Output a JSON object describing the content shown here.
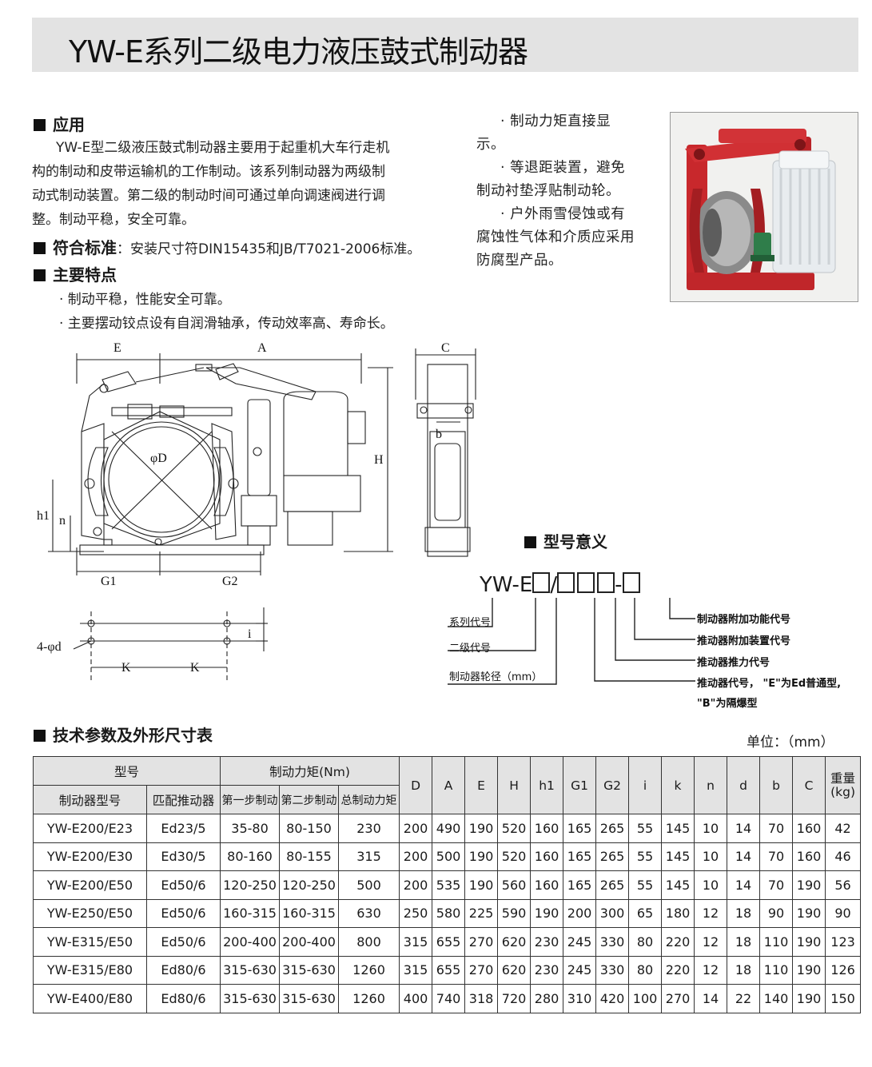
{
  "title": "YW-E系列二级电力液压鼓式制动器",
  "sections": {
    "application": {
      "heading": "应用",
      "lines": [
        "YW-E型二级液压鼓式制动器主要用于起重机大车行走机",
        "构的制动和皮带运输机的工作制动。该系列制动器为两级制",
        "动式制动装置。第二级的制动时间可通过单向调速阀进行调",
        "整。制动平稳，安全可靠。"
      ]
    },
    "standard": {
      "heading": "符合标准",
      "text": "：安装尺寸符DIN15435和JB/T7021-2006标准。"
    },
    "features": {
      "heading": "主要特点",
      "items": [
        "· 制动平稳，性能安全可靠。",
        "· 主要摆动铰点设有自润滑轴承，传动效率高、寿命长。"
      ]
    }
  },
  "right_column": {
    "lines": [
      "·  制动力矩直接显",
      "示。",
      "·  等退距装置，避免",
      "制动衬垫浮贴制动轮。",
      "·  户外雨雪侵蚀或有",
      "腐蚀性气体和介质应采用",
      "防腐型产品。"
    ]
  },
  "drawing": {
    "labels": {
      "E": "E",
      "A": "A",
      "C": "C",
      "H": "H",
      "b": "b",
      "D": "φD",
      "h1": "h1",
      "n": "n",
      "G1": "G1",
      "G2": "G2",
      "K1": "K",
      "K2": "K",
      "i": "i",
      "d": "4-φd"
    }
  },
  "model_meaning": {
    "heading": "型号意义",
    "code_prefix": "YW-E",
    "code_slash": "/",
    "code_dash": "-",
    "left_labels": [
      "系列代号",
      "二级代号",
      "制动器轮径（mm）"
    ],
    "right_labels": [
      "制动器附加功能代号",
      "推动器附加装置代号",
      "推动器推力代号",
      "推动器代号，  \"E\"为Ed普通型,",
      "\"B\"为隔爆型"
    ]
  },
  "table_section": {
    "heading": "技术参数及外形尺寸表",
    "unit": "单位：（mm）"
  },
  "spec_table": {
    "header_group": {
      "model": "型号",
      "torque": "制动力矩(Nm)"
    },
    "header_sub": {
      "brake_model": "制动器型号",
      "thruster": "匹配推动器",
      "step1": "第一步制动",
      "step2": "第二步制动",
      "total": "总制动力矩"
    },
    "dim_headers": [
      "D",
      "A",
      "E",
      "H",
      "h1",
      "G1",
      "G2",
      "i",
      "k",
      "n",
      "d",
      "b",
      "C"
    ],
    "weight_header": [
      "重量",
      "(kg)"
    ],
    "rows": [
      [
        "YW-E200/E23",
        "Ed23/5",
        "35-80",
        "80-150",
        "230",
        "200",
        "490",
        "190",
        "520",
        "160",
        "165",
        "265",
        "55",
        "145",
        "10",
        "14",
        "70",
        "160",
        "42"
      ],
      [
        "YW-E200/E30",
        "Ed30/5",
        "80-160",
        "80-155",
        "315",
        "200",
        "500",
        "190",
        "520",
        "160",
        "165",
        "265",
        "55",
        "145",
        "10",
        "14",
        "70",
        "160",
        "46"
      ],
      [
        "YW-E200/E50",
        "Ed50/6",
        "120-250",
        "120-250",
        "500",
        "200",
        "535",
        "190",
        "560",
        "160",
        "165",
        "265",
        "55",
        "145",
        "10",
        "14",
        "70",
        "190",
        "56"
      ],
      [
        "YW-E250/E50",
        "Ed50/6",
        "160-315",
        "160-315",
        "630",
        "250",
        "580",
        "225",
        "590",
        "190",
        "200",
        "300",
        "65",
        "180",
        "12",
        "18",
        "90",
        "190",
        "90"
      ],
      [
        "YW-E315/E50",
        "Ed50/6",
        "200-400",
        "200-400",
        "800",
        "315",
        "655",
        "270",
        "620",
        "230",
        "245",
        "330",
        "80",
        "220",
        "12",
        "18",
        "110",
        "190",
        "123"
      ],
      [
        "YW-E315/E80",
        "Ed80/6",
        "315-630",
        "315-630",
        "1260",
        "315",
        "655",
        "270",
        "620",
        "230",
        "245",
        "330",
        "80",
        "220",
        "12",
        "18",
        "110",
        "190",
        "126"
      ],
      [
        "YW-E400/E80",
        "Ed80/6",
        "315-630",
        "315-630",
        "1260",
        "400",
        "740",
        "318",
        "720",
        "280",
        "310",
        "420",
        "100",
        "270",
        "14",
        "22",
        "140",
        "190",
        "150"
      ]
    ]
  },
  "colors": {
    "title_bar": "#e3e3e3",
    "brake_red": "#c8282c",
    "thruster_white": "#eef0f2",
    "line": "#222222"
  }
}
